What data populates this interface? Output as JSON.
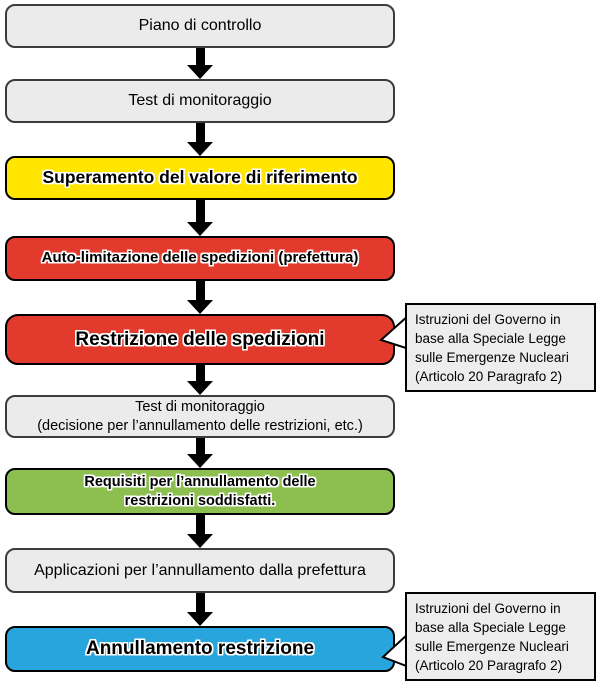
{
  "colors": {
    "background": "#ffffff",
    "gray_box_bg": "#ebebeb",
    "gray_box_border": "#3c3c3c",
    "yellow": "#ffe500",
    "red": "#e23b2e",
    "green": "#8cbf50",
    "blue": "#29a5de",
    "arrow": "#000000",
    "callout_bg": "#ededed",
    "callout_border": "#000000"
  },
  "flow": {
    "boxes": [
      {
        "id": "piano-di-controllo",
        "type": "gray",
        "label": "Piano di controllo"
      },
      {
        "id": "test-di-monitoraggio",
        "type": "gray",
        "label": "Test di monitoraggio"
      },
      {
        "id": "superamento-valore",
        "type": "yellow",
        "label": "Superamento del valore di riferimento"
      },
      {
        "id": "auto-limitazione",
        "type": "red",
        "label": "Auto-limitazione delle spedizioni (prefettura)"
      },
      {
        "id": "restrizione-spedizioni",
        "type": "red",
        "label": "Restrizione delle spedizioni"
      },
      {
        "id": "test-di-monitoraggio-2",
        "type": "gray",
        "label": "Test di monitoraggio",
        "label2": "(decisione per l’annullamento delle restrizioni, etc.)"
      },
      {
        "id": "requisiti-annullamento",
        "type": "green",
        "label": "Requisiti per l’annullamento delle",
        "label2": "restrizioni soddisfatti."
      },
      {
        "id": "applicazioni-annullamento",
        "type": "gray",
        "label": "Applicazioni per l’annullamento dalla prefettura"
      },
      {
        "id": "annullamento-restrizione",
        "type": "blue",
        "label": "Annullamento restrizione"
      }
    ]
  },
  "callouts": [
    {
      "target": "restrizione-spedizioni",
      "lines": [
        "Istruzioni del Governo in",
        "base alla Speciale Legge",
        "sulle Emergenze Nucleari",
        "(Articolo 20 Paragrafo 2)"
      ]
    },
    {
      "target": "annullamento-restrizione",
      "lines": [
        "Istruzioni del Governo in",
        "base alla Speciale Legge",
        "sulle Emergenze Nucleari",
        "(Articolo 20 Paragrafo 2)"
      ]
    }
  ]
}
